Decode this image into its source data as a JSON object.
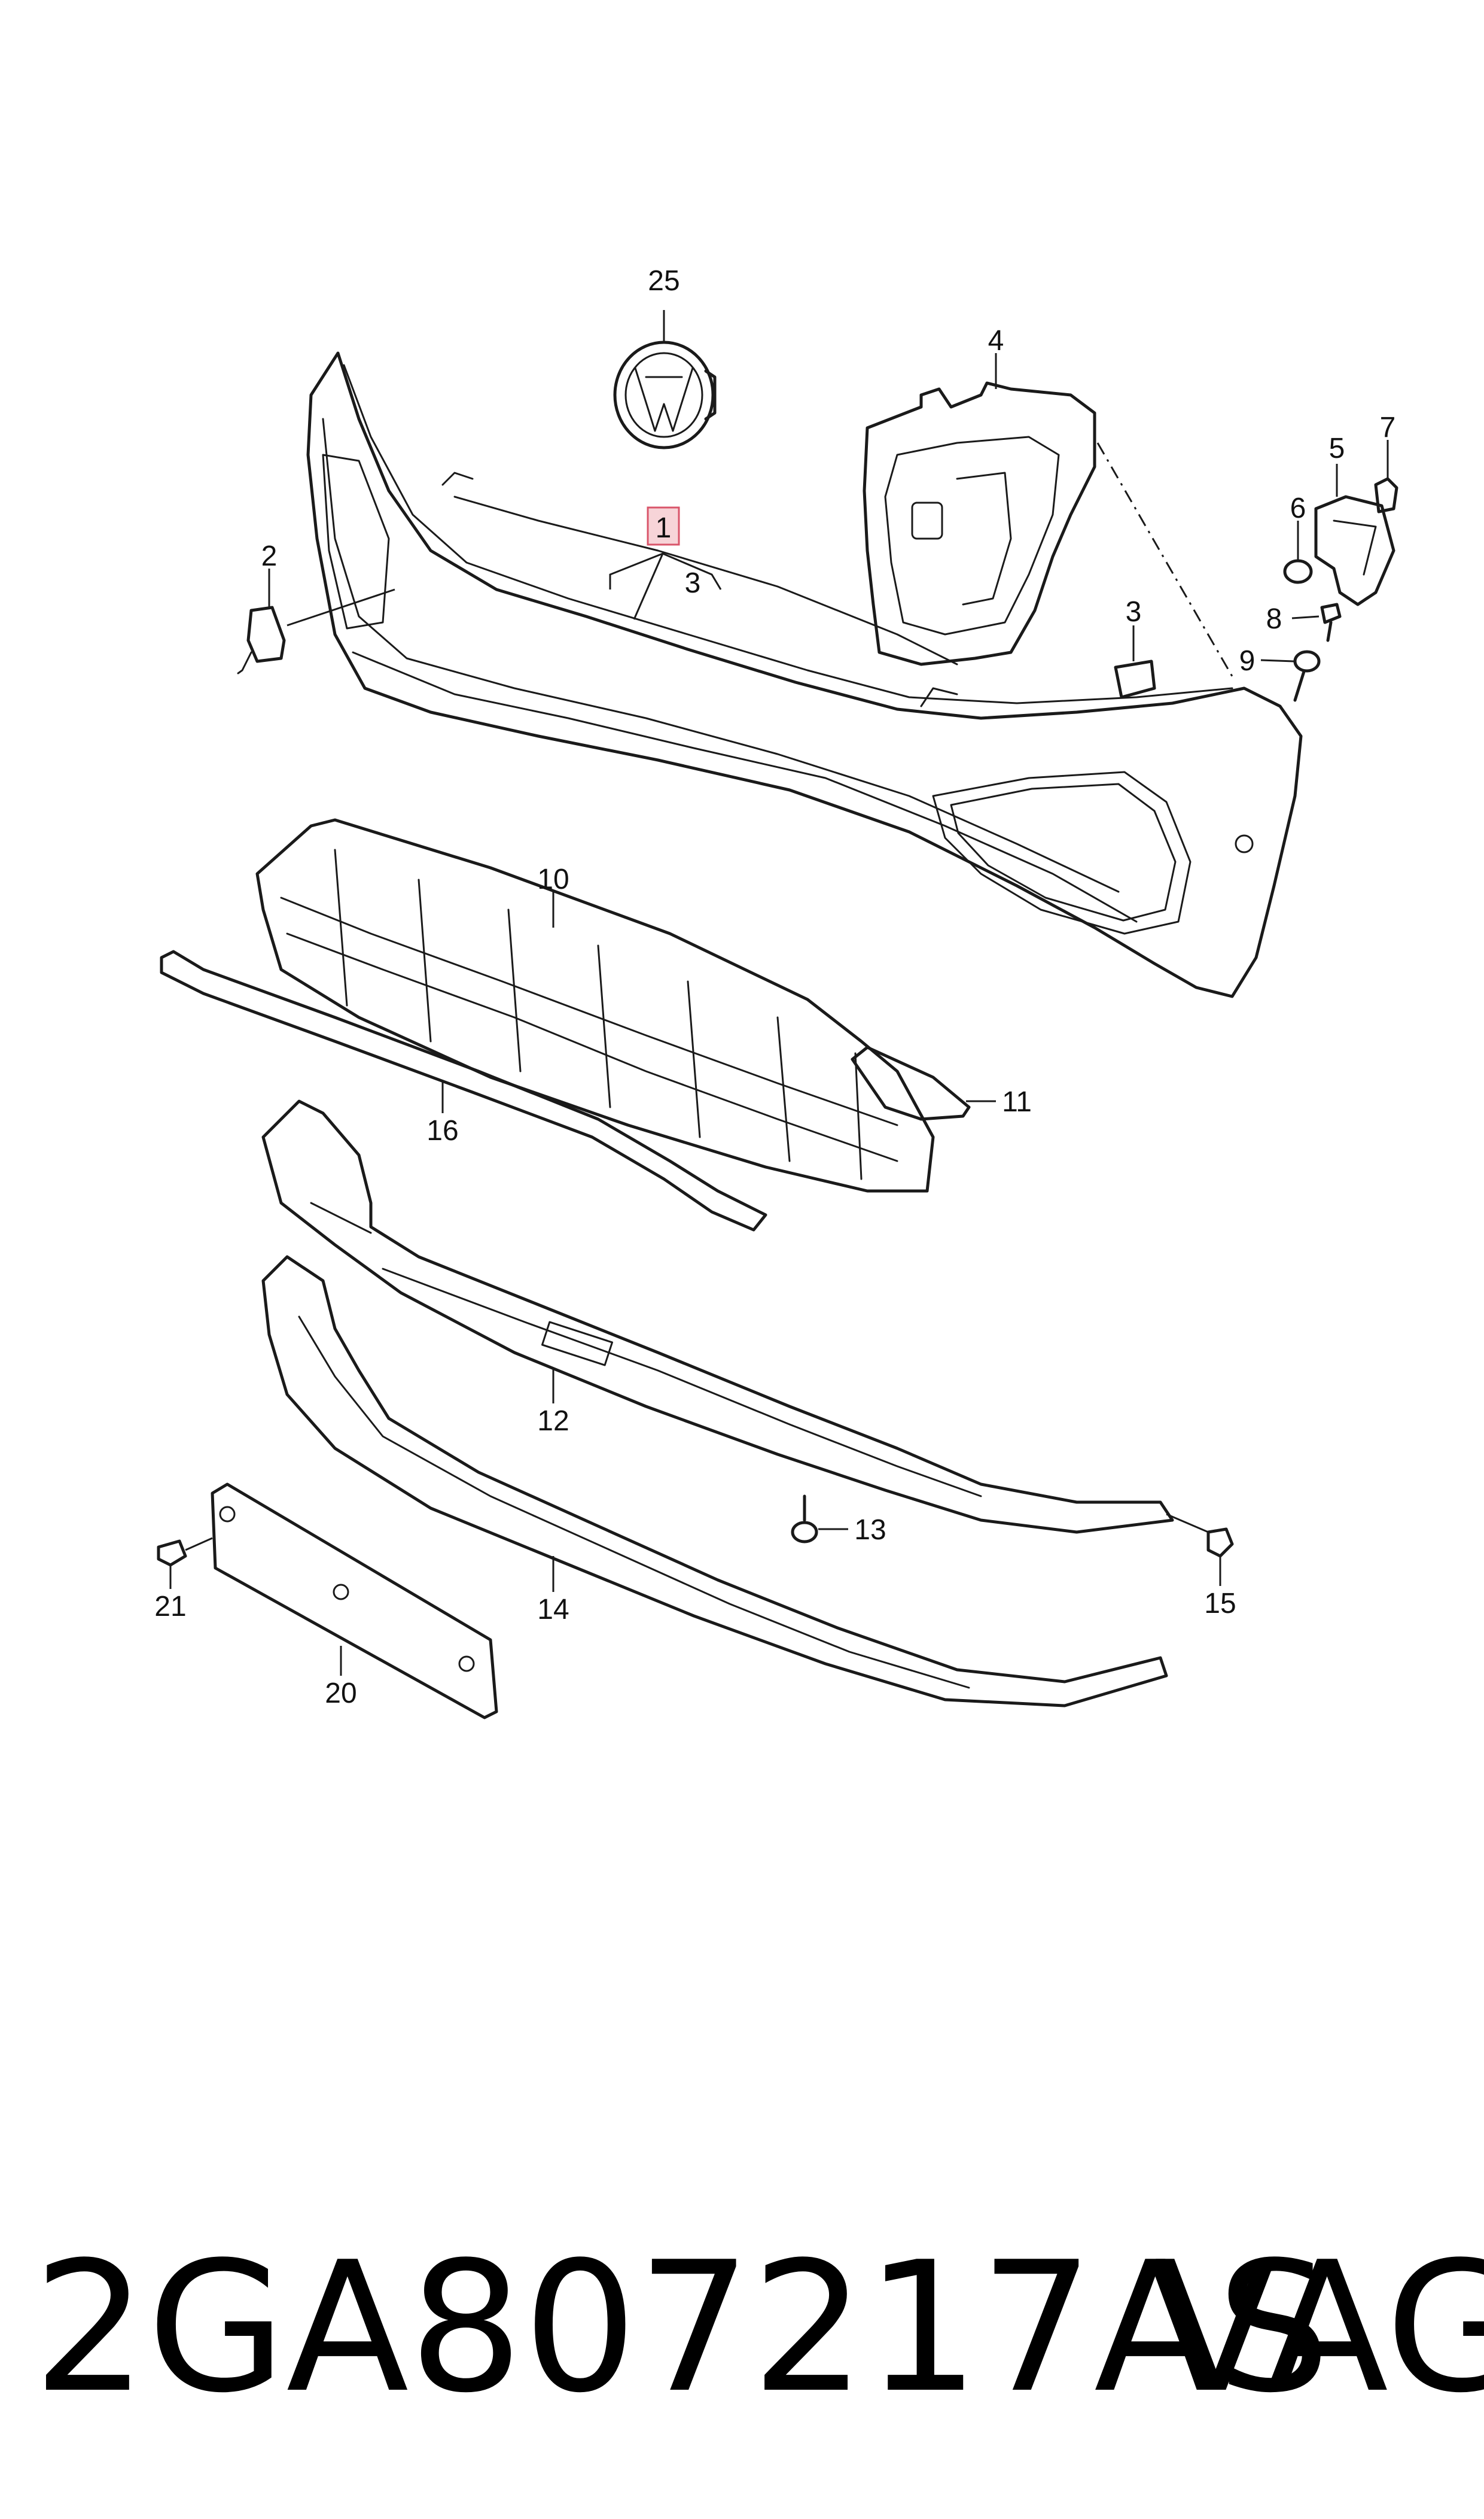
{
  "diagram": {
    "callouts": [
      "25",
      "4",
      "5",
      "7",
      "6",
      "8",
      "9",
      "3",
      "2",
      "1",
      "3",
      "10",
      "11",
      "16",
      "12",
      "13",
      "15",
      "21",
      "14",
      "20"
    ]
  },
  "footer": {
    "part_number": "2GA807217AS",
    "brand": "VAG"
  },
  "colors": {
    "line": "#1a1a1a",
    "highlight_fill": "#f7d4d8",
    "highlight_stroke": "#d9556a"
  }
}
